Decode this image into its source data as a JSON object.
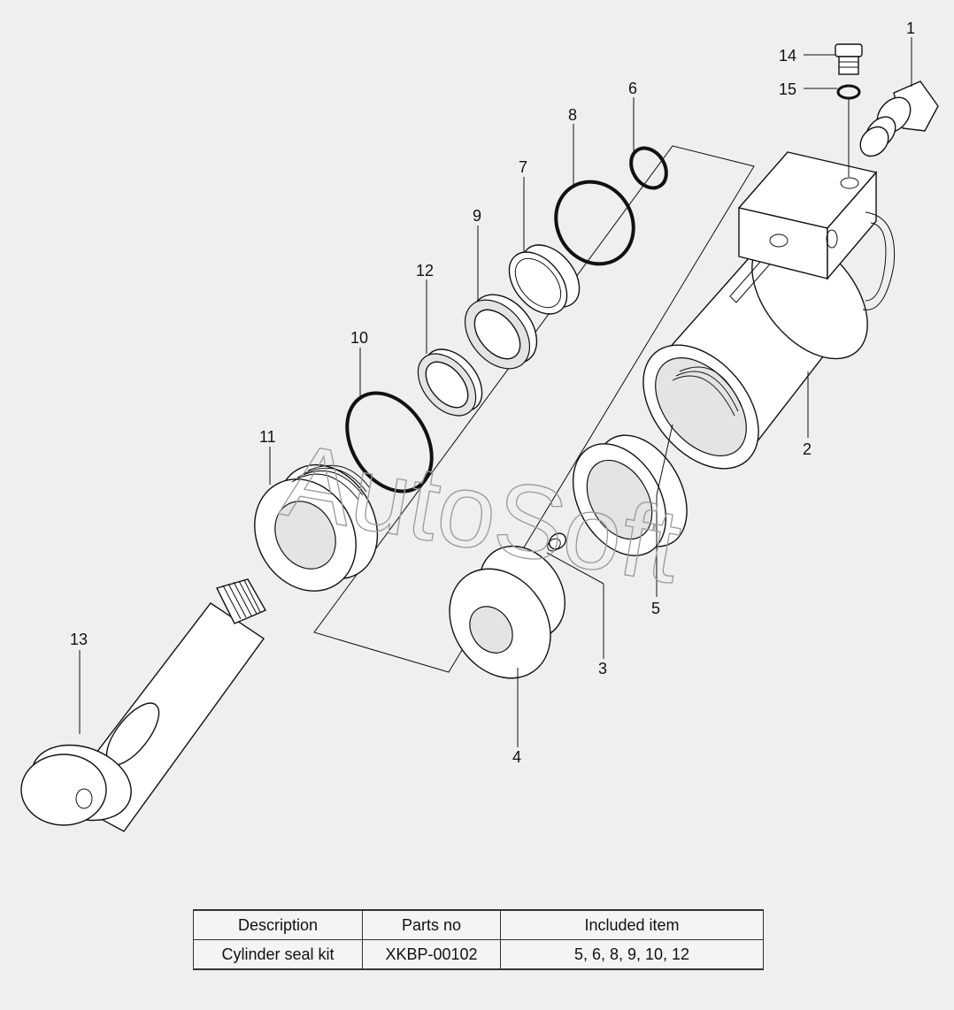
{
  "watermark": "AutoSoft",
  "callouts": {
    "c1": "1",
    "c2": "2",
    "c3": "3",
    "c4": "4",
    "c5": "5",
    "c6": "6",
    "c7": "7",
    "c8": "8",
    "c9": "9",
    "c10": "10",
    "c11": "11",
    "c12": "12",
    "c13": "13",
    "c14": "14",
    "c15": "15"
  },
  "table": {
    "headers": [
      "Description",
      "Parts no",
      "Included item"
    ],
    "rows": [
      [
        "Cylinder seal kit",
        "XKBP-00102",
        "5, 6, 8, 9, 10, 12"
      ]
    ]
  }
}
